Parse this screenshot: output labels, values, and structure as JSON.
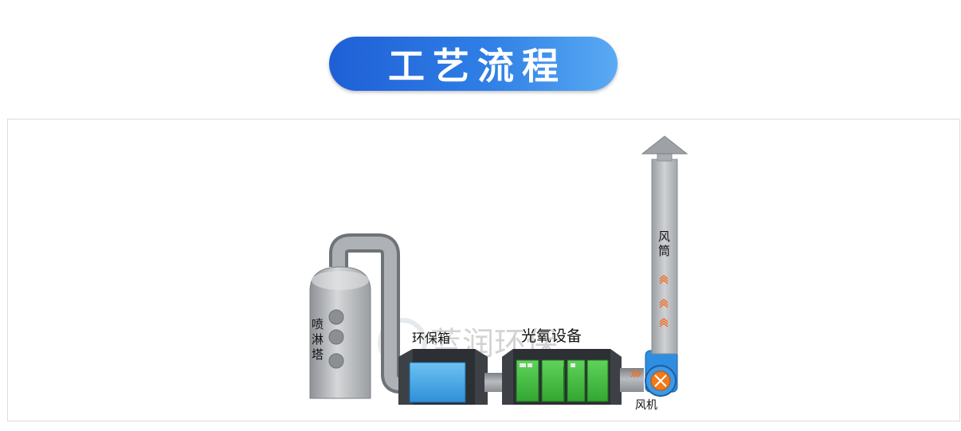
{
  "header": {
    "title": "工艺流程"
  },
  "diagram": {
    "spray_tower_label": [
      "喷",
      "淋",
      "塔"
    ],
    "env_box_label": "环保箱",
    "photo_oxygen_label": "光氧设备",
    "fan_label": "风机",
    "stack_label": [
      "风",
      "筒"
    ],
    "watermark": "蓝润环保"
  },
  "colors": {
    "title_start": "#1f5fd6",
    "title_end": "#5aaaf3",
    "duct": "#9fa3a8",
    "env_box": "#43a8e8",
    "photo_unit": "#4cc04a",
    "fan": "#2f8ee0",
    "fan_core": "#f07a1a",
    "flow_arrows": "#f26a1b"
  }
}
